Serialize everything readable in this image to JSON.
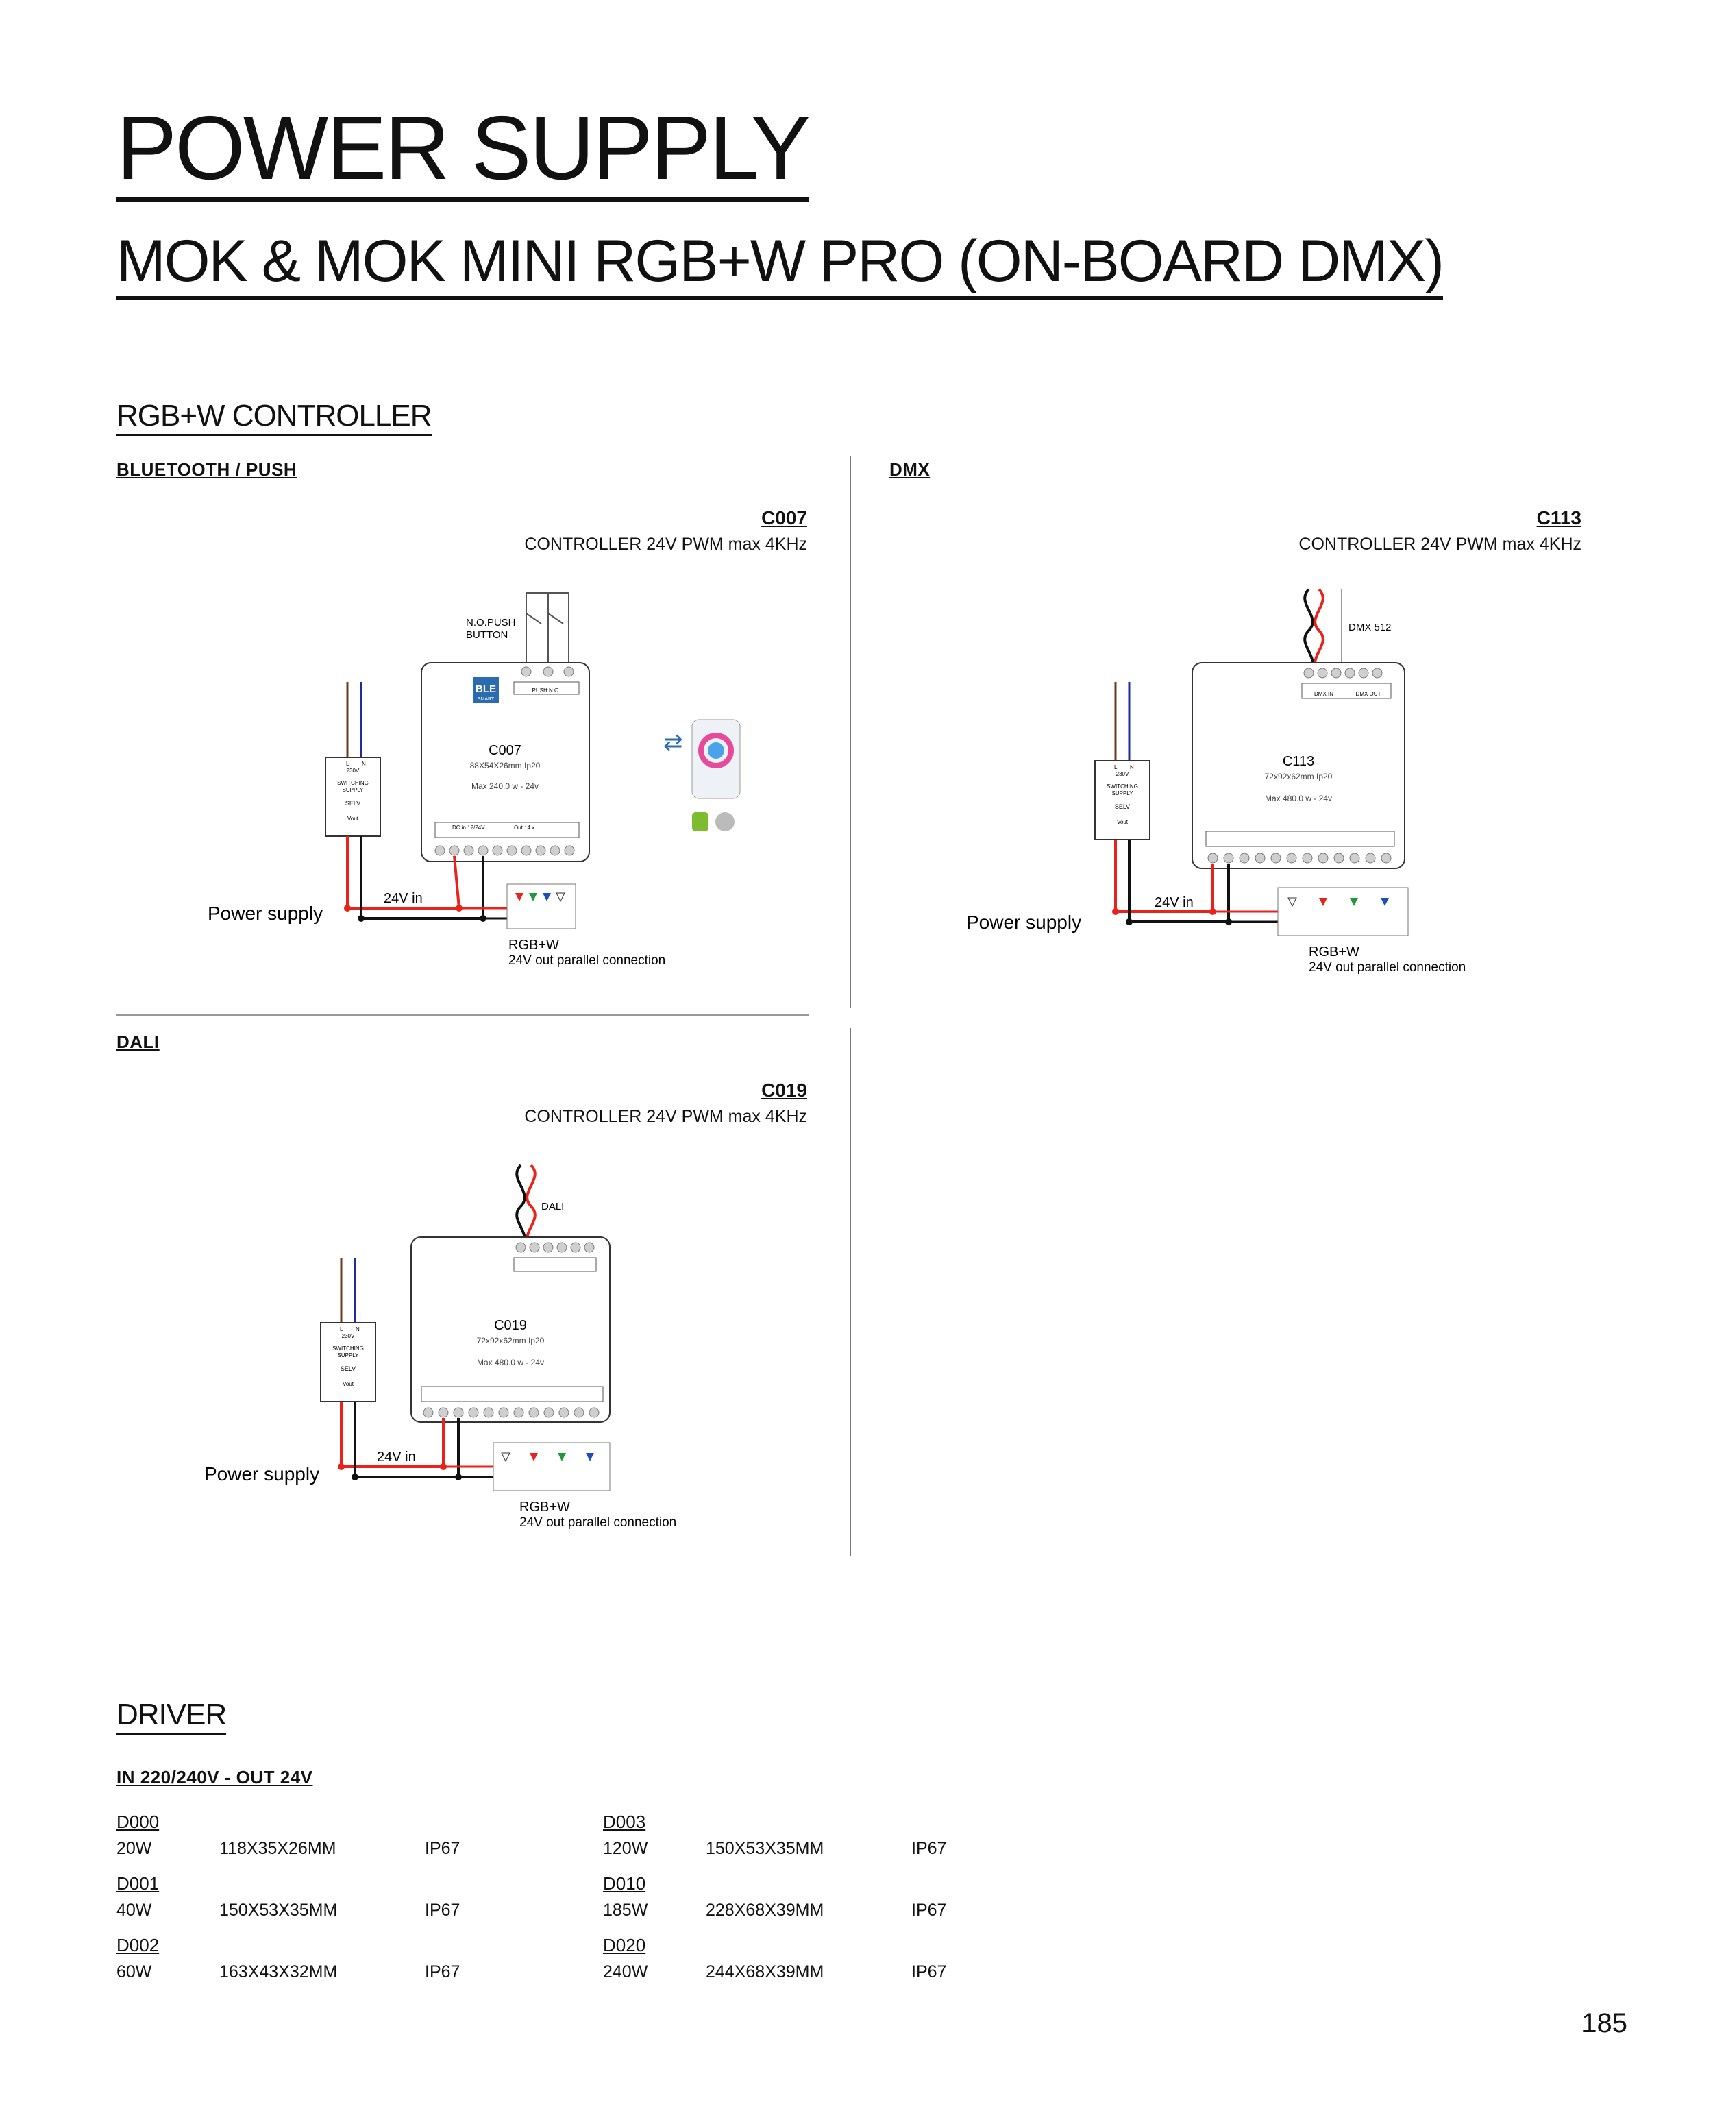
{
  "header": {
    "title": "POWER SUPPLY",
    "subtitle": "MOK & MOK MINI RGB+W PRO (ON-BOARD DMX)"
  },
  "controller_section": {
    "heading": "RGB+W CONTROLLER",
    "blocks": [
      {
        "category": "BLUETOOTH / PUSH",
        "code": "C007",
        "description": "CONTROLLER 24V PWM max 4KHz",
        "diagram": {
          "device_name": "C007",
          "device_dims": "88X54X26mm Ip20",
          "device_max": "Max 240.0 w - 24v",
          "badge": "BLE",
          "badge_sub": "SMART",
          "push_label_1": "N.O.PUSH",
          "push_label_2": "BUTTON",
          "push_terminals": "PUSH N.O.",
          "dc_in": "DC in 12/24V",
          "out_label": "Out : 4 x",
          "power_supply_label": "Power supply",
          "input_label": "24V in",
          "output_label": "RGB+W",
          "output_note": "24V out parallel connection",
          "ps_box": {
            "l": "L",
            "n": "N",
            "volt": "230V",
            "line1": "SWITCHING",
            "line2": "SUPPLY",
            "selv": "SELV",
            "vout": "Vout"
          }
        }
      },
      {
        "category": "DMX",
        "code": "C113",
        "description": "CONTROLLER 24V PWM max 4KHz",
        "diagram": {
          "device_name": "C113",
          "device_dims": "72x92x62mm Ip20",
          "device_max": "Max 480.0 w - 24v",
          "bus_label": "DMX 512",
          "dmx_in": "DMX IN",
          "dmx_out": "DMX OUT",
          "power_supply_label": "Power supply",
          "input_label": "24V in",
          "output_label": "RGB+W",
          "output_note": "24V out parallel connection",
          "ps_box": {
            "l": "L",
            "n": "N",
            "volt": "230V",
            "line1": "SWITCHING",
            "line2": "SUPPLY",
            "selv": "SELV",
            "vout": "Vout"
          }
        }
      },
      {
        "category": "DALI",
        "code": "C019",
        "description": "CONTROLLER 24V PWM max 4KHz",
        "diagram": {
          "device_name": "C019",
          "device_dims": "72x92x62mm Ip20",
          "device_max": "Max 480.0 w - 24v",
          "bus_label": "DALI",
          "power_supply_label": "Power supply",
          "input_label": "24V in",
          "output_label": "RGB+W",
          "output_note": "24V out parallel connection",
          "ps_box": {
            "l": "L",
            "n": "N",
            "volt": "230V",
            "line1": "SWITCHING",
            "line2": "SUPPLY",
            "selv": "SELV",
            "vout": "Vout"
          }
        }
      }
    ]
  },
  "driver_section": {
    "heading": "DRIVER",
    "subheading": "IN 220/240V - OUT 24V",
    "columns": [
      [
        {
          "code": "D000",
          "power": "20W",
          "size": "118X35X26MM",
          "ip": "IP67"
        },
        {
          "code": "D001",
          "power": "40W",
          "size": "150X53X35MM",
          "ip": "IP67"
        },
        {
          "code": "D002",
          "power": "60W",
          "size": "163X43X32MM",
          "ip": "IP67"
        }
      ],
      [
        {
          "code": "D003",
          "power": "120W",
          "size": "150X53X35MM",
          "ip": "IP67"
        },
        {
          "code": "D010",
          "power": "185W",
          "size": "228X68X39MM",
          "ip": "IP67"
        },
        {
          "code": "D020",
          "power": "240W",
          "size": "244X68X39MM",
          "ip": "IP67"
        }
      ]
    ]
  },
  "page_number": "185",
  "colors": {
    "positive_wire": "#e8231a",
    "negative_wire": "#111111",
    "neutral_wire": "#1f2d9c",
    "live_wire": "#6b3a1a",
    "led_red": "#e8231a",
    "led_green": "#1e9a3c",
    "led_blue": "#1d4fb8",
    "ble_badge": "#2b6cb0"
  }
}
